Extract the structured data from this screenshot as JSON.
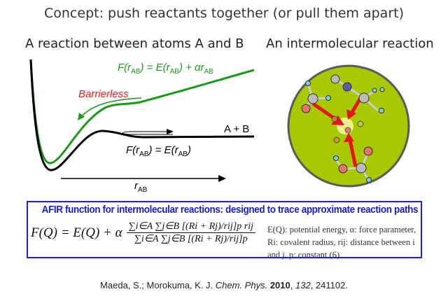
{
  "header": {
    "concept": "Concept: push reactants together (or pull them apart)"
  },
  "left_panel": {
    "title": "A reaction between atoms A and B",
    "green_curve_label": {
      "f": "F(r",
      "sub1": "AB",
      "mid": ") = E(r",
      "sub2": "AB",
      "end": ") + αr",
      "sub3": "AB"
    },
    "black_curve_label": {
      "f": "F(r",
      "sub1": "AB",
      "mid": ") = E(r",
      "sub2": "AB",
      "end": ")"
    },
    "barrierless": "Barrierless",
    "products": "A + B",
    "axis_label": {
      "r": "r",
      "sub": "AB"
    },
    "colors": {
      "green": "#1a9a1a",
      "black": "#000000",
      "red": "#ee1c1c"
    }
  },
  "right_panel": {
    "title": "An intermolecular reaction",
    "colors": {
      "circle": "#a8c800",
      "rim": "#555555",
      "arrow": "#e8141c"
    }
  },
  "afir": {
    "title": "AFIR function for intermolecular reactions: designed to trace approximate reaction paths",
    "formula_lhs": "F(Q) = E(Q) + α",
    "numerator": "∑i∈A ∑j∈B [(Ri + Rj)/rij]p rij",
    "denominator": "∑i∈A ∑j∈B [(Ri + Rj)/rij]p",
    "legend": "E(Q): potential energy,  α: force parameter, Ri: covalent radius, rij: distance between i and j, p: constant (6)",
    "border_color": "#2020e0"
  },
  "citation": {
    "authors": "Maeda, S.; Morokuma, K. J. ",
    "journal": "Chem. Phys.",
    "year": " 2010",
    "comma": ", ",
    "volume": "132",
    "pages": ", 241102."
  }
}
